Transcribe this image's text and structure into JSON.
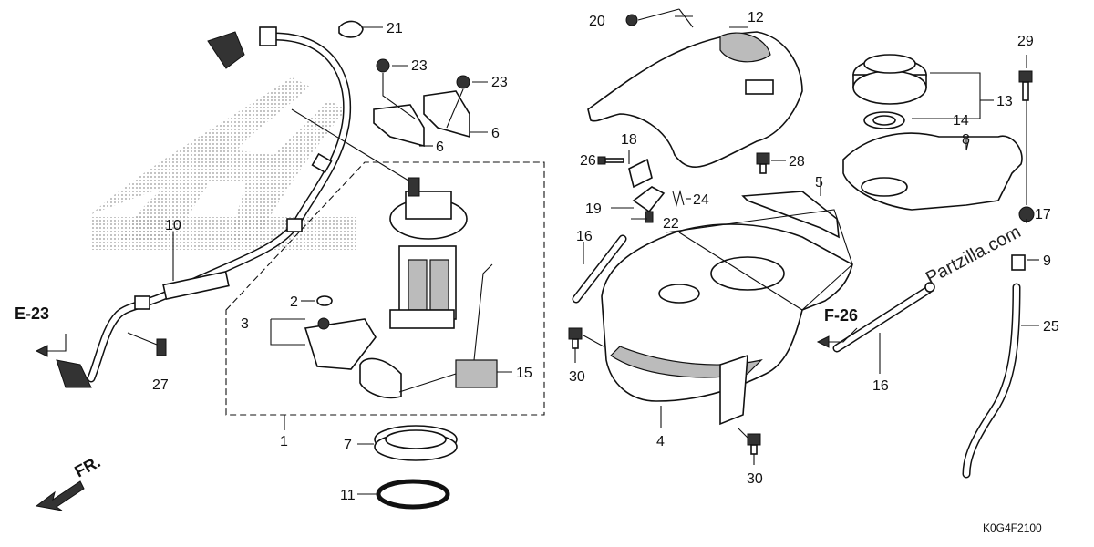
{
  "diagram": {
    "watermark": "Partzilla.com",
    "diagram_code": "K0G4F2100",
    "references": {
      "e23": "E-23",
      "f26": "F-26"
    },
    "direction": "FR.",
    "callouts": {
      "c1": "1",
      "c2": "2",
      "c3": "3",
      "c4": "4",
      "c5": "5",
      "c6a": "6",
      "c6b": "6",
      "c7": "7",
      "c8": "8",
      "c9": "9",
      "c10": "10",
      "c11": "11",
      "c12": "12",
      "c13": "13",
      "c14": "14",
      "c15": "15",
      "c16a": "16",
      "c16b": "16",
      "c17": "17",
      "c18": "18",
      "c19": "19",
      "c20": "20",
      "c21": "21",
      "c22": "22",
      "c23a": "23",
      "c23b": "23",
      "c24": "24",
      "c25": "25",
      "c26": "26",
      "c27": "27",
      "c28": "28",
      "c29": "29",
      "c30a": "30",
      "c30b": "30"
    },
    "colors": {
      "ink": "#111111",
      "paper": "#ffffff",
      "dots": "#9a9a9a"
    }
  }
}
